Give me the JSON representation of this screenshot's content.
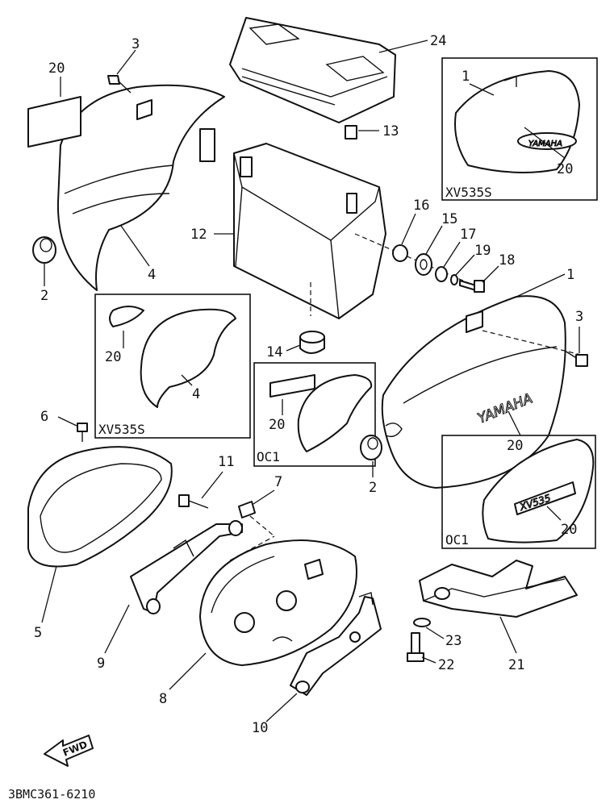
{
  "diagram": {
    "drawing_code": "3BMC361-6210",
    "fwd_label": "FWD",
    "callouts": {
      "c24": "24",
      "c13": "13",
      "c12": "12",
      "c14": "14",
      "c16": "16",
      "c15": "15",
      "c17": "17",
      "c19": "19",
      "c18": "18",
      "c1a": "1",
      "c1b": "1",
      "c3a": "3",
      "c3b": "3",
      "c20a": "20",
      "c20b": "20",
      "c20c": "20",
      "c20d": "20",
      "c20e": "20",
      "c20f": "20",
      "c2a": "2",
      "c2b": "2",
      "c4a": "4",
      "c4b": "4",
      "c6": "6",
      "c5": "5",
      "c11": "11",
      "c7": "7",
      "c9": "9",
      "c8": "8",
      "c10": "10",
      "c21": "21",
      "c22": "22",
      "c23": "23"
    },
    "variant_boxes": {
      "box_top_right": "XV535S",
      "box_left": "XV535S",
      "box_center": "OC1",
      "box_bottom_right": "OC1"
    },
    "emblems": {
      "yamaha_main": "YAMAHA",
      "yamaha_small": "YAMAHA",
      "model_badge": "XV535"
    }
  }
}
